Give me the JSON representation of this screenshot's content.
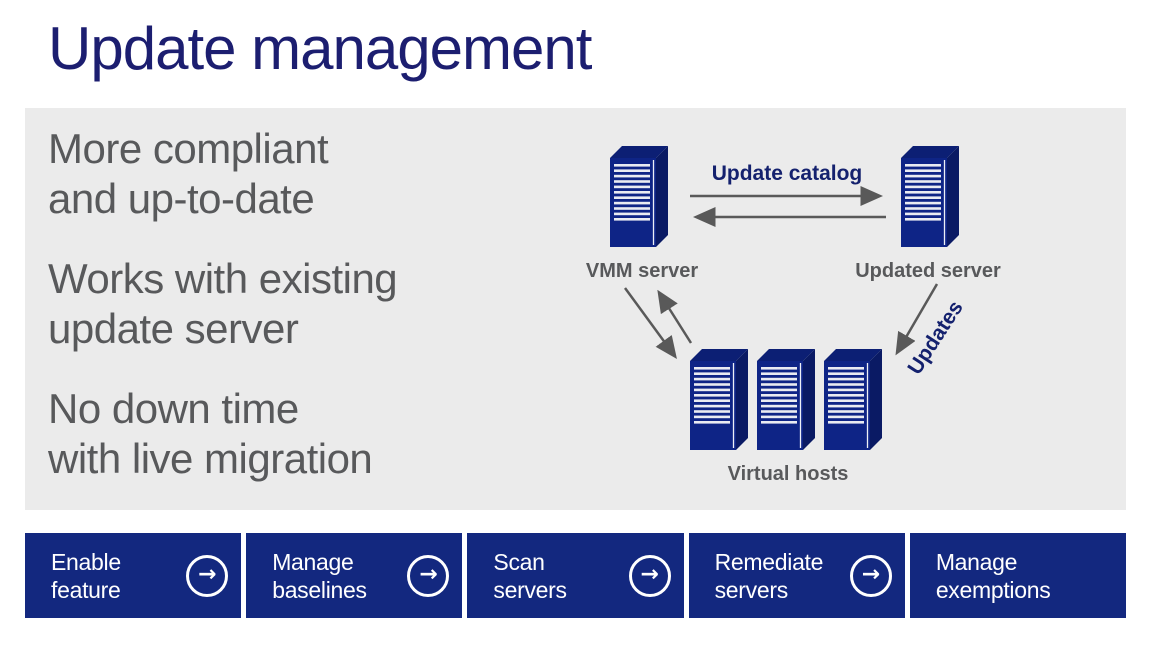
{
  "slide": {
    "title": "Update management",
    "bullets": [
      {
        "text": "More compliant\nand up-to-date"
      },
      {
        "text": "Works with existing\nupdate server"
      },
      {
        "text": "No down time\nwith live migration"
      }
    ],
    "diagram": {
      "update_catalog_label": "Update catalog",
      "vmm_server_label": "VMM server",
      "updated_server_label": "Updated server",
      "updates_label": "Updates",
      "virtual_hosts_label": "Virtual hosts",
      "server_icon": "server-tower-icon"
    },
    "steps": [
      {
        "label": "Enable\nfeature",
        "icon": "arrow-right-circle-icon"
      },
      {
        "label": "Manage\nbaselines",
        "icon": "arrow-right-circle-icon"
      },
      {
        "label": "Scan\nservers",
        "icon": "arrow-right-circle-icon"
      },
      {
        "label": "Remediate\nservers",
        "icon": "arrow-right-circle-icon"
      },
      {
        "label": "Manage\nexemptions",
        "icon": null
      }
    ],
    "colors": {
      "background": "#ffffff",
      "panel_gray": "#ebebeb",
      "title_navy": "#1c1e70",
      "diagram_label_navy": "#14216e",
      "server_front_navy": "#0e2486",
      "server_side_navy": "#0a1a64",
      "step_box_navy": "#13287f",
      "body_text_gray": "#58595b",
      "arrow_gray": "#595959"
    }
  }
}
